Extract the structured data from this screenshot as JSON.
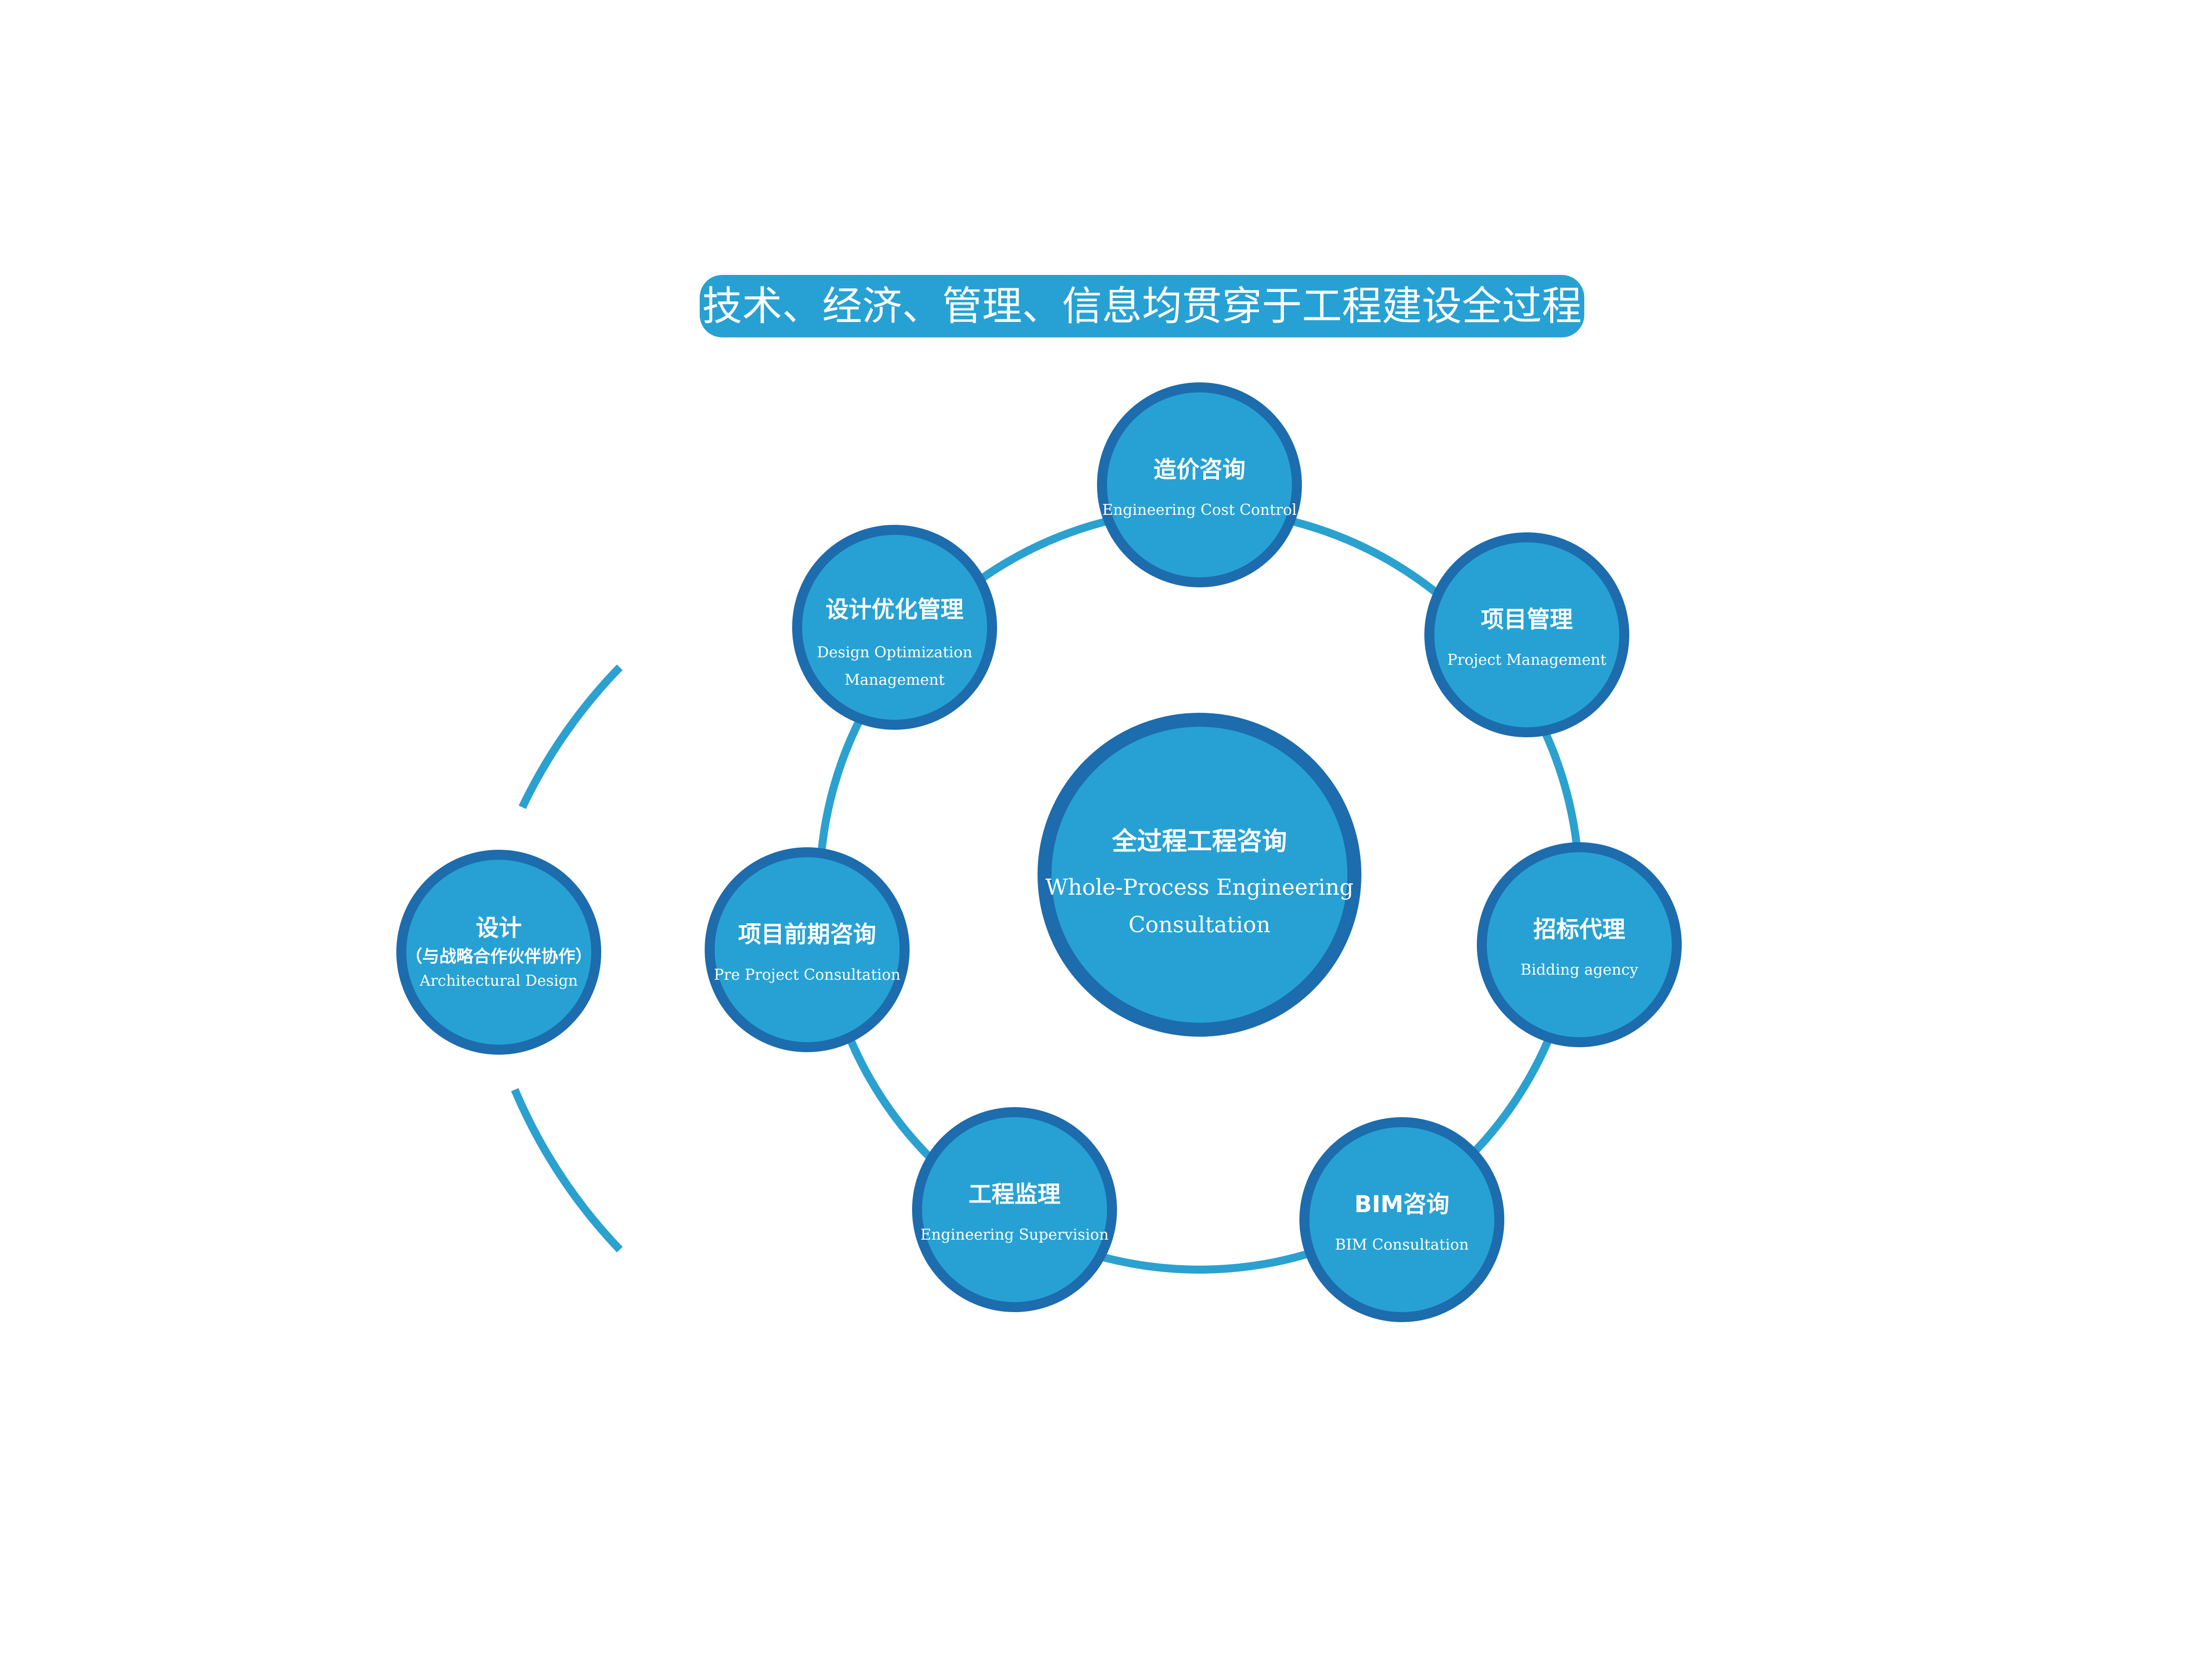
{
  "banner": {
    "text": "技术、经济、管理、信息均贯穿于工程建设全过程"
  },
  "center": {
    "title": "全过程工程咨询",
    "subtitle_line1": "Whole-Process Engineering",
    "subtitle_line2": "Consultation"
  },
  "nodes": {
    "cost": {
      "title": "造价咨询",
      "subtitle": "Engineering Cost Control"
    },
    "project_mgmt": {
      "title": "项目管理",
      "subtitle": "Project Management"
    },
    "bidding": {
      "title": "招标代理",
      "subtitle": "Bidding agency"
    },
    "bim": {
      "title": "BIM咨询",
      "subtitle": "BIM Consultation"
    },
    "supervision": {
      "title": "工程监理",
      "subtitle": "Engineering Supervision"
    },
    "pre_project": {
      "title": "项目前期咨询",
      "subtitle": "Pre Project Consultation"
    },
    "design_opt": {
      "title": "设计优化管理",
      "subtitle_line1": "Design Optimization",
      "subtitle_line2": "Management"
    },
    "design": {
      "title": "设计",
      "title_line2": "（与战略合作伙伴协作）",
      "subtitle": "Architectural Design"
    }
  },
  "colors": {
    "fill": "#27a1d3",
    "border": "#1d6cad",
    "ring": "#2ba1d0",
    "banner": "#27a1d3"
  }
}
